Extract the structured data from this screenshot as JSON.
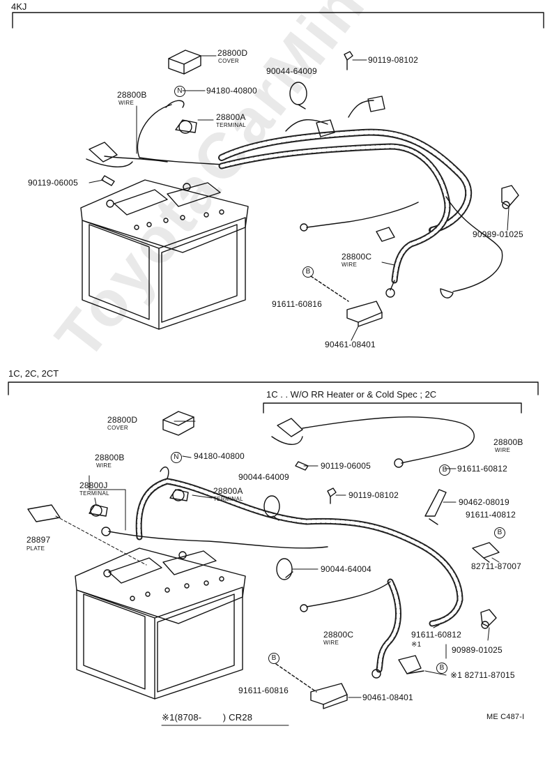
{
  "watermark": "ToyotaCarMine.ru",
  "section1": {
    "title": "4KJ",
    "labels": {
      "p28800d": "28800D",
      "p28800d_sub": "COVER",
      "p90119_08102": "90119-08102",
      "p90044_64009": "90044-64009",
      "p28800b": "28800B",
      "p28800b_sub": "WIRE",
      "p94180": "94180-40800",
      "p28800a": "28800A",
      "p28800a_sub": "TERMINAL",
      "p90119_06005": "90119-06005",
      "p90989": "90989-01025",
      "p28800c": "28800C",
      "p28800c_sub": "WIRE",
      "p91611_60816": "91611-60816",
      "p90461": "90461-08401"
    }
  },
  "section2": {
    "title": "1C, 2C, 2CT",
    "subtitle": "1C . . W/O RR Heater or & Cold Spec ; 2C",
    "labels": {
      "p28800d": "28800D",
      "p28800d_sub": "COVER",
      "p28800b_r": "28800B",
      "p28800b_r_sub": "WIRE",
      "p28800b": "28800B",
      "p28800b_sub": "WIRE",
      "p94180": "94180-40800",
      "p90119_06005": "90119-06005",
      "p91611_60812": "91611-60812",
      "p28800j": "28800J",
      "p28800j_sub": "TERMINAL",
      "p90044_64009": "90044-64009",
      "p28800a": "28800A",
      "p28800a_sub": "TERMINAL",
      "p90119_08102": "90119-08102",
      "p90462": "90462-08019",
      "p91611_40812": "91611-40812",
      "p28897": "28897",
      "p28897_sub": "PLATE",
      "p90044_64004": "90044-64004",
      "p82711_87007": "82711-87007",
      "p28800c": "28800C",
      "p28800c_sub": "WIRE",
      "p91611_60812b": "91611-60812",
      "mark1": "※1",
      "p90989": "90989-01025",
      "p82711_87015": "※1 82711-87015",
      "p91611_60816": "91611-60816",
      "p90461": "90461-08401"
    },
    "footnote": "※1(8708-        ) CR28",
    "ref": "ME C487-I"
  },
  "circle_marks": {
    "n": "N",
    "b": "B"
  }
}
